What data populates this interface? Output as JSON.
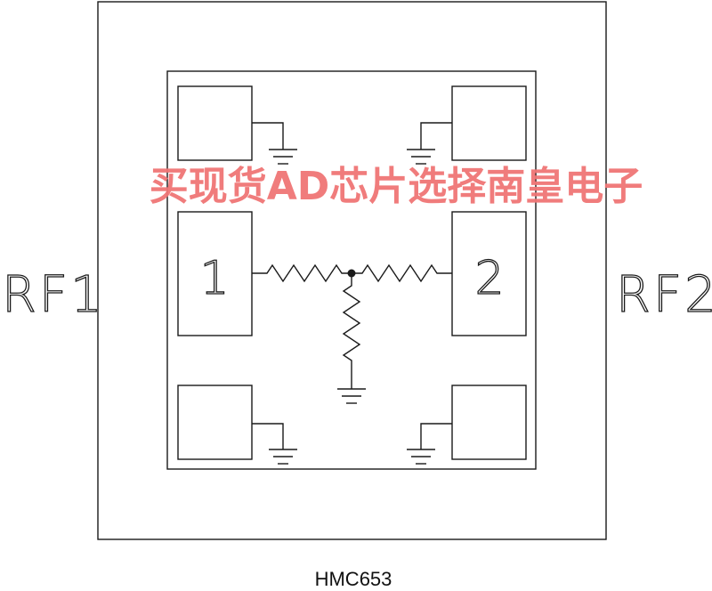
{
  "diagram": {
    "port_left": "RF1",
    "port_right": "RF2",
    "pad_left_number": "1",
    "pad_right_number": "2",
    "part_number": "HMC653"
  },
  "watermark": {
    "text": "买现货AD芯片选择南皇电子",
    "color": "#f07575"
  }
}
